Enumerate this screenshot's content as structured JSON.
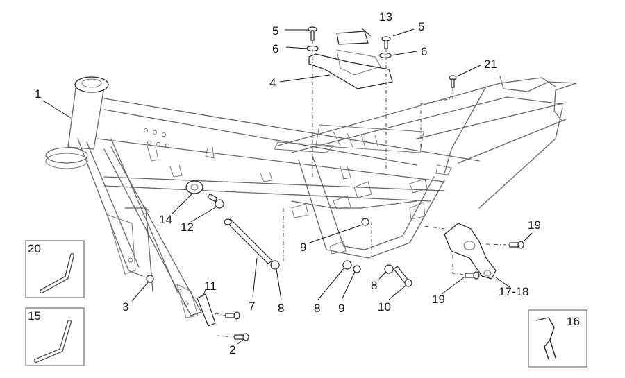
{
  "diagram": {
    "labels": {
      "l1": "1",
      "l2": "2",
      "l3": "3",
      "l4": "4",
      "l5a": "5",
      "l5b": "5",
      "l6a": "6",
      "l6b": "6",
      "l7": "7",
      "l8a": "8",
      "l8b": "8",
      "l8c": "8",
      "l9a": "9",
      "l9b": "9",
      "l10": "10",
      "l11": "11",
      "l12": "12",
      "l13": "13",
      "l14": "14",
      "l15": "15",
      "l16": "16",
      "l17": "17-18",
      "l19a": "19",
      "l19b": "19",
      "l20": "20",
      "l21": "21"
    }
  }
}
